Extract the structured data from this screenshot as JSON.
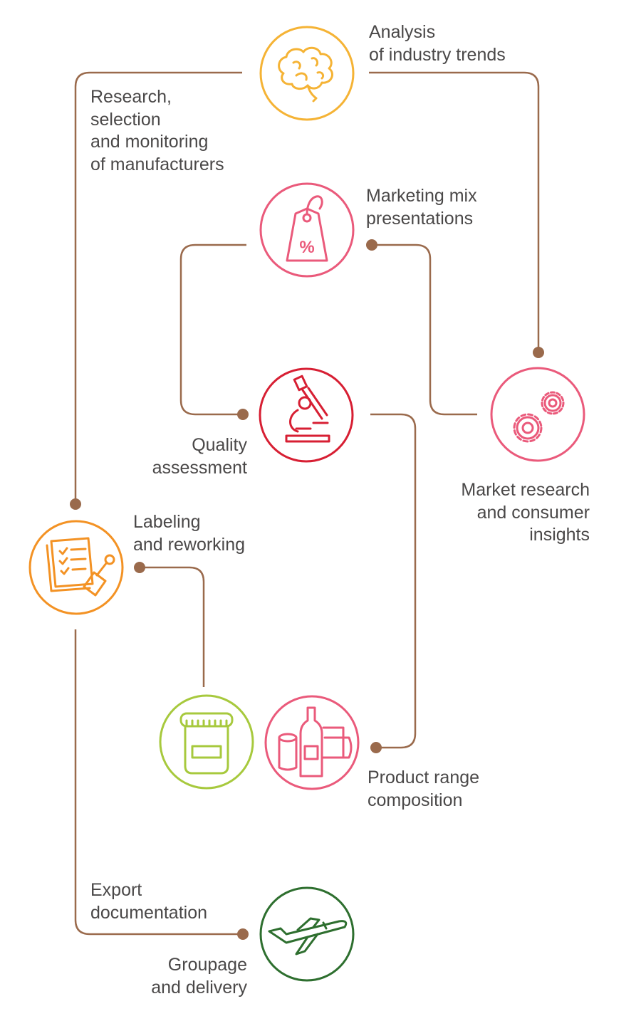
{
  "colors": {
    "connector": "#9a6a4c",
    "trends": "#f5b335",
    "marketing": "#ea5a7b",
    "quality": "#d71f33",
    "market_research": "#ea5a7b",
    "labeling": "#f39224",
    "jar": "#a7c93d",
    "product_range": "#ea5a7b",
    "delivery": "#2e6f2f"
  },
  "labels": {
    "trends": [
      "Analysis",
      "of industry trends"
    ],
    "research": [
      "Research,",
      "selection",
      "and monitoring",
      "of manufacturers"
    ],
    "marketing": [
      "Marketing mix",
      "presentations"
    ],
    "quality": [
      "Quality",
      "assessment"
    ],
    "market_research": [
      "Market research",
      "and consumer",
      "insights"
    ],
    "labeling": [
      "Labeling",
      "and reworking"
    ],
    "product_range": [
      "Product range",
      "composition"
    ],
    "export": [
      "Export",
      "documentation"
    ],
    "delivery": [
      "Groupage",
      "and delivery"
    ]
  },
  "icons": {
    "trends": "brain-icon",
    "marketing": "price-tag-icon",
    "quality": "microscope-icon",
    "market_research": "gears-icon",
    "labeling": "documents-stamp-icon",
    "jar": "jar-icon",
    "product_range": "products-icon",
    "delivery": "airplane-icon"
  }
}
